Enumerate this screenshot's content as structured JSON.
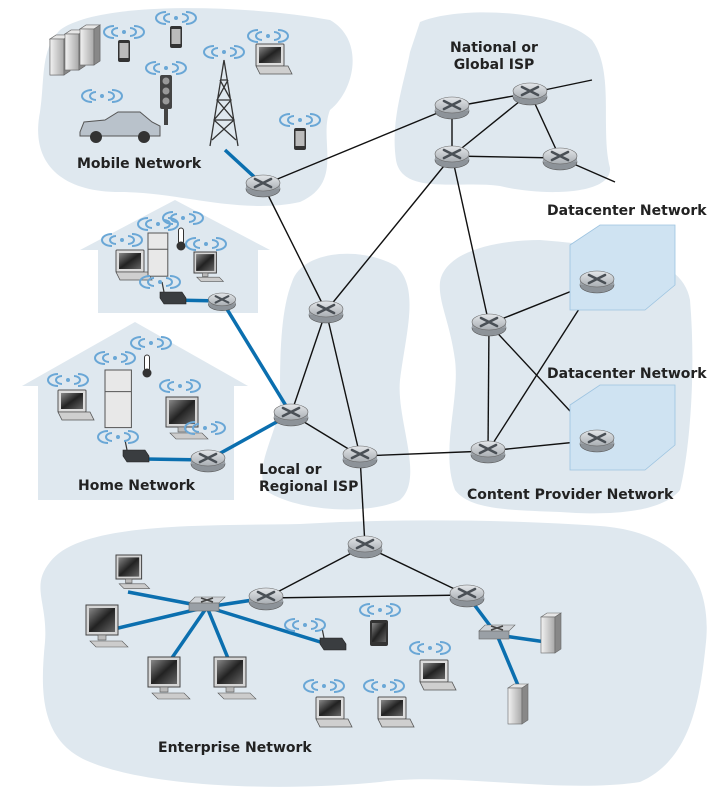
{
  "labels": {
    "mobile": "Mobile Network",
    "national_line1": "National or",
    "national_line2": "Global ISP",
    "datacenter_top": "Datacenter Network",
    "datacenter_bottom": "Datacenter Network",
    "local_line1": "Local or",
    "local_line2": "Regional ISP",
    "home": "Home Network",
    "content_provider": "Content Provider Network",
    "enterprise": "Enterprise Network"
  },
  "colors": {
    "region_fill": "#dfe8ef",
    "access_link": "#0b6faf",
    "core_link": "#111111",
    "router": "#b9bec3",
    "datacenter": "#cfe3f2"
  },
  "icons": [
    "router-icon",
    "switch-icon",
    "wireless-icon",
    "laptop-icon",
    "desktop-pc-icon",
    "smartphone-icon",
    "tablet-icon",
    "server-icon",
    "modem-icon",
    "cell-tower-icon",
    "car-icon",
    "traffic-light-icon",
    "fridge-icon",
    "thermometer-icon",
    "datacenter-icon"
  ]
}
